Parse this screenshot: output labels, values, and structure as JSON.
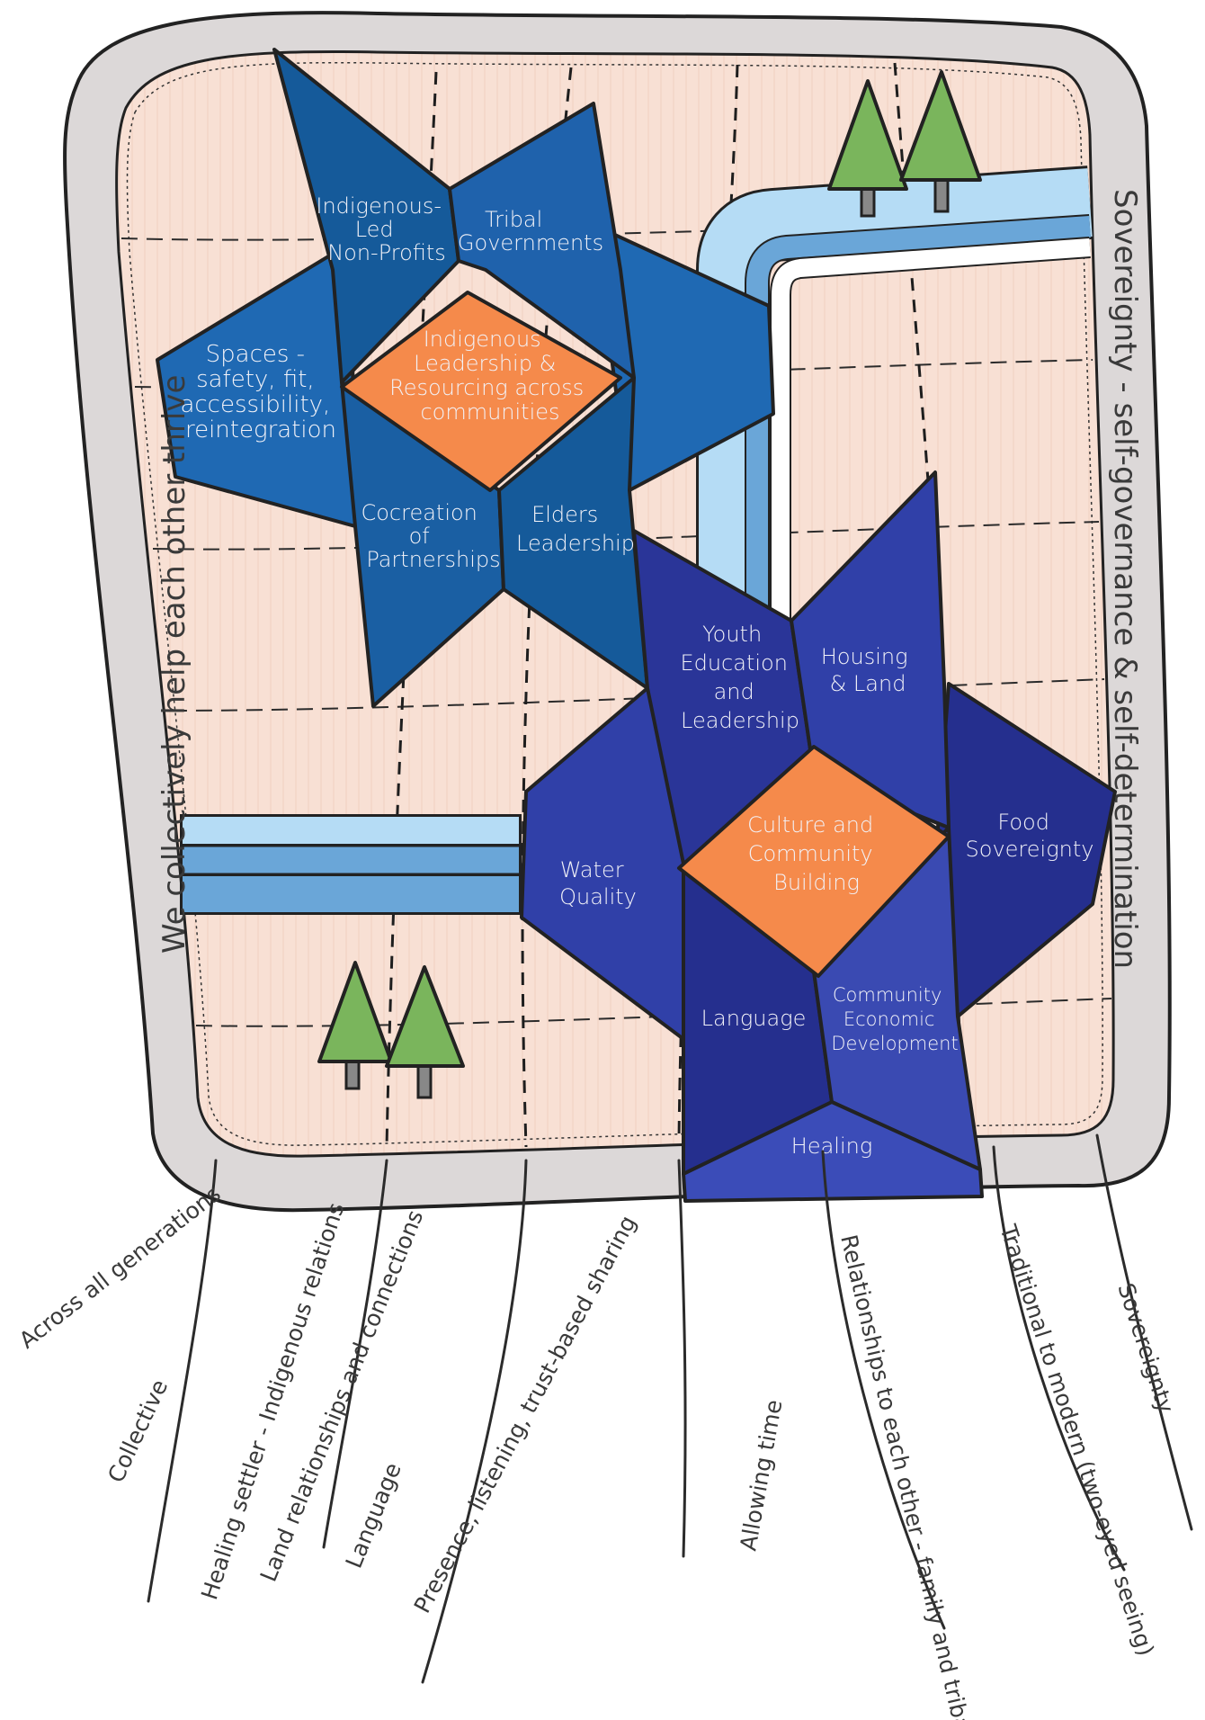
{
  "side_labels": {
    "left": "We collectively help each other thrive",
    "right": "Sovereignty - self-governance & self-determination"
  },
  "upper_star": {
    "center": [
      "Indigenous",
      "Leadership &",
      "Resourcing across",
      "communities"
    ],
    "top_left": [
      "Indigenous-",
      "Led",
      "Non-Profits"
    ],
    "top_right": [
      "Tribal",
      "Governments"
    ],
    "left": [
      "Spaces -",
      "safety, fit,",
      "accessibility,",
      "reintegration"
    ],
    "bottom_left": [
      "Cocreation",
      "of",
      "Partnerships"
    ],
    "bottom_right": [
      "Elders",
      "Leadership"
    ]
  },
  "lower_star": {
    "center": [
      "Culture and",
      "Community",
      "Building"
    ],
    "top_left": [
      "Youth",
      "Education",
      "and",
      "Leadership"
    ],
    "top_right": [
      "Housing",
      "& Land"
    ],
    "left": [
      "Water",
      "Quality"
    ],
    "right": [
      "Food",
      "Sovereignty"
    ],
    "bottom_left": [
      "Language"
    ],
    "bottom_right": [
      "Community",
      "Economic",
      "Development"
    ],
    "bottom": [
      "Healing"
    ]
  },
  "fringe_labels": [
    "Across all generations",
    "Collective",
    "Healing settler - Indigenous relations",
    "Land relationships  and connections",
    "Language",
    "Presence, listening, trust-based sharing",
    "Allowing time",
    "Relationships to  each other - family and tribal",
    "Traditional to modern  (two-eyed seeing)",
    "Sovereignty"
  ],
  "colors": {
    "blanket_fill": "#f8e0d4",
    "border": "#dcd8d8",
    "upper_blue_dark": "#155a9a",
    "upper_blue": "#1f69b3",
    "lower_indigo": "#3040a8",
    "lower_indigo_dark": "#252f8e",
    "center_orange": "#f58a4b",
    "river_light": "#b5dcf5",
    "river_mid": "#6aa6d8",
    "tree_green": "#7ab55c"
  },
  "icons": [
    "tree-icon",
    "river-icon"
  ]
}
